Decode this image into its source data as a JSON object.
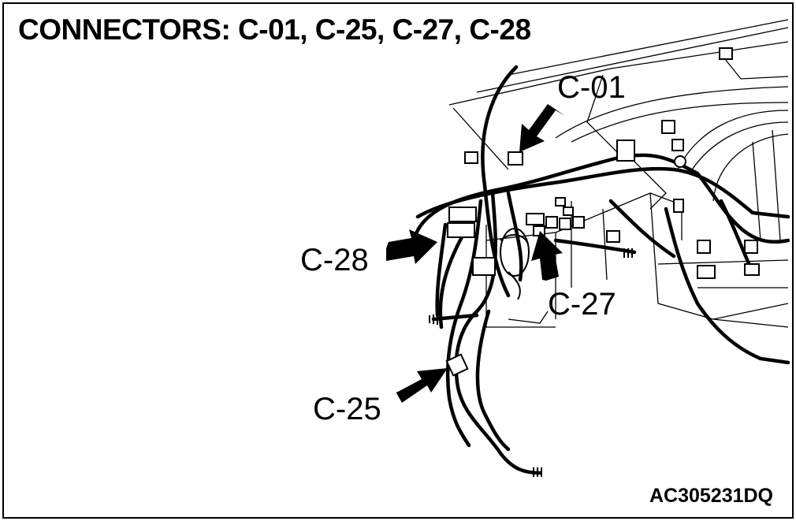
{
  "title": "CONNECTORS: C-01, C-25, C-27, C-28",
  "figure_code": "AC305231DQ",
  "callouts": {
    "c01": "C-01",
    "c28": "C-28",
    "c27": "C-27",
    "c25": "C-25"
  },
  "colors": {
    "line": "#000000",
    "background": "#ffffff"
  }
}
